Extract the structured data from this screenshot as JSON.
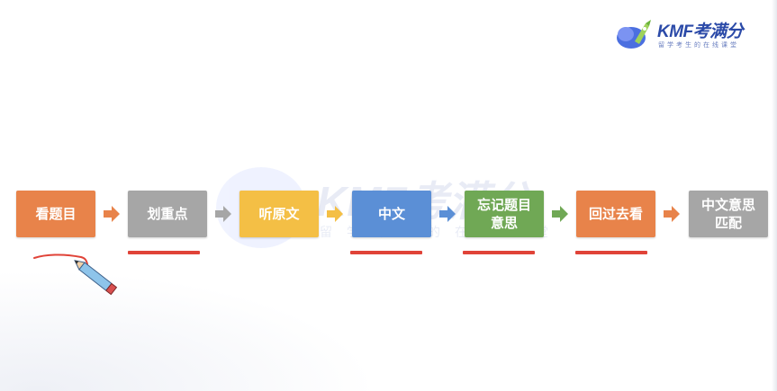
{
  "logo": {
    "icon": "rocket-logo-icon",
    "brand": "KMF考满分",
    "tagline": "留学考生的在线课堂"
  },
  "watermark": {
    "brand": "KMF考满分",
    "tagline": "留学考生的在线课堂"
  },
  "flow": {
    "steps": [
      {
        "label": "看题目",
        "color": "#e8834a"
      },
      {
        "label": "划重点",
        "color": "#a6a6a6"
      },
      {
        "label": "听原文",
        "color": "#f4bf45"
      },
      {
        "label": "中文",
        "color": "#5b8fd6"
      },
      {
        "label": "忘记题目意思",
        "color": "#70a855"
      },
      {
        "label": "回过去看",
        "color": "#e8834a"
      },
      {
        "label": "中文意思匹配",
        "color": "#a6a6a6"
      }
    ],
    "arrow_colors": [
      "#e8834a",
      "#a6a6a6",
      "#f4bf45",
      "#5b8fd6",
      "#70a855",
      "#e8834a"
    ],
    "underlined_steps": [
      "划重点",
      "中文",
      "忘记题目意思",
      "回过去看"
    ],
    "underline_color": "#e04338"
  },
  "annotation": {
    "icon": "pencil-icon",
    "stroke_color": "#e04338"
  }
}
